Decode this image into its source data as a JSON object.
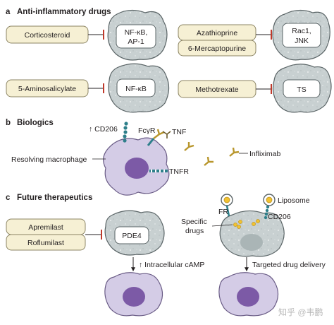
{
  "section_a": {
    "letter": "a",
    "title": "Anti-inflammatory drugs",
    "drug_corticosteroid": "Corticosteroid",
    "target_corticosteroid_line1": "NF-κB,",
    "target_corticosteroid_line2": "AP-1",
    "drug_aminosalicylate": "5-Aminosalicylate",
    "target_aminosalicylate": "NF-κB",
    "drug_azathioprine": "Azathioprine",
    "drug_mercaptopurine": "6-Mercaptopurine",
    "target_thiopurine_line1": "Rac1,",
    "target_thiopurine_line2": "JNK",
    "drug_methotrexate": "Methotrexate",
    "target_methotrexate": "TS"
  },
  "section_b": {
    "letter": "b",
    "title": "Biologics",
    "cd206_label": "↑ CD206",
    "fcgr_label": "FcγR",
    "tnf_label": "TNF",
    "macrophage_label": "Resolving macrophage",
    "tnfr_label": "TNFR",
    "infliximab_label": "Infliximab"
  },
  "section_c": {
    "letter": "c",
    "title": "Future therapeutics",
    "drug_apremilast": "Apremilast",
    "drug_roflumilast": "Roflumilast",
    "target_pde4": "PDE4",
    "camp_label": "↑ Intracellular cAMP",
    "liposome_label": "Liposome",
    "fr_label": "FR",
    "cd206_label": "CD206",
    "specific_drugs_line1": "Specific",
    "specific_drugs_line2": "drugs",
    "delivery_label": "Targeted drug delivery"
  },
  "watermark": "知乎 @韦鹏",
  "colors": {
    "cell_fill": "#c8d0d1",
    "cell_stroke": "#5a6466",
    "drug_box_fill": "#f6f0d4",
    "drug_box_stroke": "#8c8564",
    "inhibit_red": "#c0392b",
    "macrophage_fill": "#d4cce6",
    "nucleus_fill": "#7c5aa6",
    "receptor_teal": "#2e7f8a",
    "antibody_gold": "#b8962c",
    "liposome_yellow": "#f2c230"
  }
}
